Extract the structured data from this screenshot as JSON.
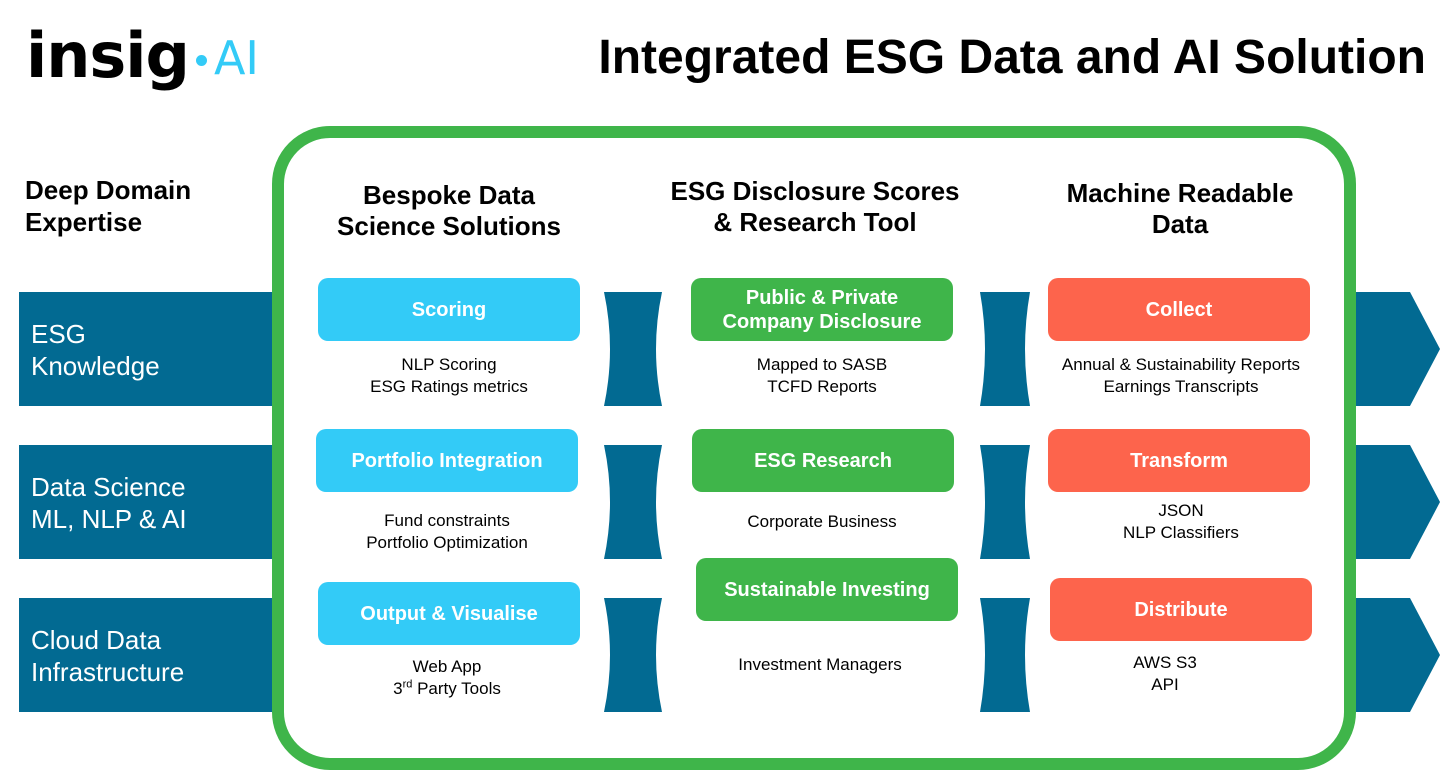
{
  "logo": {
    "word": "insig",
    "suffix": "AI",
    "accent_color": "#33cbf7"
  },
  "title": "Integrated ESG Data and AI Solution",
  "expertise": {
    "title_line1": "Deep Domain",
    "title_line2": "Expertise",
    "rows": [
      {
        "line1": "ESG",
        "line2": "Knowledge"
      },
      {
        "line1": "Data Science",
        "line2": "ML, NLP & AI"
      },
      {
        "line1": "Cloud Data",
        "line2": "Infrastructure"
      }
    ]
  },
  "columns": [
    {
      "title_line1": "Bespoke Data",
      "title_line2": "Science Solutions",
      "items": [
        {
          "label": "Scoring",
          "desc1": "NLP Scoring",
          "desc2": "ESG Ratings metrics"
        },
        {
          "label": "Portfolio Integration",
          "desc1": "Fund constraints",
          "desc2": "Portfolio Optimization"
        },
        {
          "label": "Output & Visualise",
          "desc1": "Web App",
          "desc2_num": "3",
          "desc2_sup": "rd",
          "desc2_rest": " Party Tools"
        }
      ]
    },
    {
      "title_line1": "ESG Disclosure Scores",
      "title_line2": "& Research Tool",
      "items": [
        {
          "label_line1": "Public & Private",
          "label_line2": "Company Disclosure",
          "desc1": "Mapped to SASB",
          "desc2": "TCFD Reports"
        },
        {
          "label": "ESG Research",
          "desc1": "Corporate Business"
        },
        {
          "label": "Sustainable Investing",
          "desc1": "Investment Managers"
        }
      ]
    },
    {
      "title_line1": "Machine Readable",
      "title_line2": "Data",
      "items": [
        {
          "label": "Collect",
          "desc1": "Annual & Sustainability Reports",
          "desc2": "Earnings Transcripts"
        },
        {
          "label": "Transform",
          "desc1": "JSON",
          "desc2": "NLP Classifiers"
        },
        {
          "label": "Distribute",
          "desc1": "AWS S3",
          "desc2": "API"
        }
      ]
    }
  ],
  "colors": {
    "band": "#026a92",
    "frame": "#3fb54a",
    "blue_pill": "#33cbf7",
    "green_pill": "#3fb54a",
    "red_pill": "#fd644c"
  }
}
